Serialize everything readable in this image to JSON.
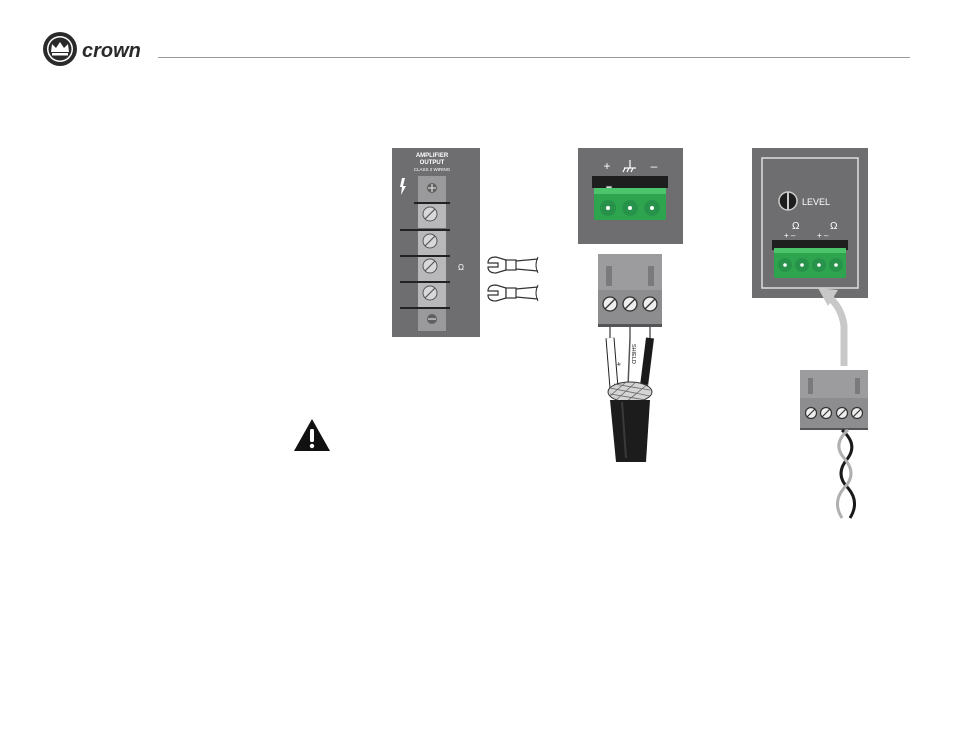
{
  "header": {
    "logo_text": "crown"
  },
  "amp_panel": {
    "title_line1": "AMPLIFIER",
    "title_line2": "OUTPUT",
    "title_line3": "CLASS 2 WIRING",
    "ohm_symbol": "Ω"
  },
  "input_connector": {
    "plus": "+",
    "minus": "–"
  },
  "cable": {
    "plus_label": "+",
    "shield_label": "SHIELD"
  },
  "level_panel": {
    "level_label": "LEVEL",
    "ohm_left": "Ω",
    "ohm_right": "Ω",
    "pm_left": "+ –",
    "pm_right": "+ –"
  },
  "colors": {
    "panel_gray": "#6e6e70",
    "terminal_green": "#2ea44f",
    "dark": "#1e1e1e",
    "rule": "#9a9a9a"
  },
  "icons": [
    "crown-logo-icon",
    "warning-icon"
  ]
}
